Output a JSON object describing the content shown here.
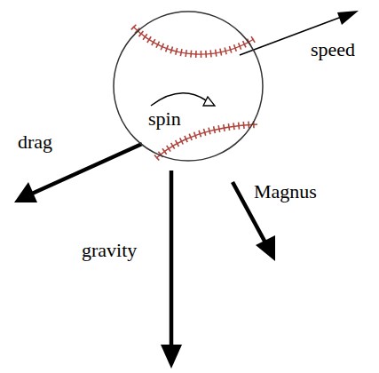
{
  "diagram": {
    "nodes": [
      {
        "text": [
          "spin"
        ]
      }
    ],
    "labels": [
      "speed",
      "drag",
      "gravity",
      "Magnus"
    ]
  }
}
